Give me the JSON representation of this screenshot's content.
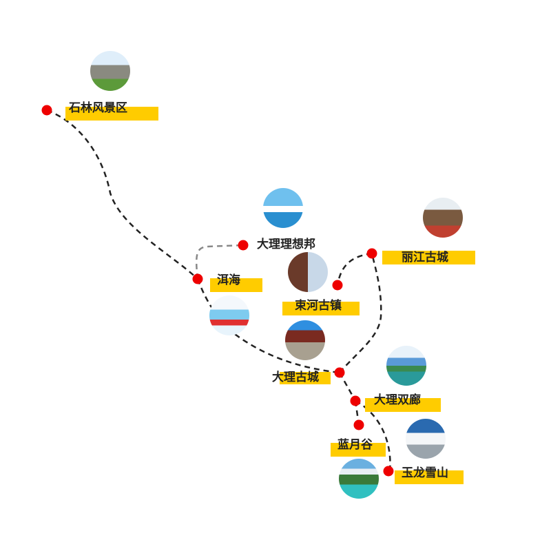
{
  "title": "云南旅游路线",
  "colors": {
    "dot": "#ee0000",
    "label_bar": "#ffcc00",
    "route": "#222222",
    "side_route": "#888888"
  },
  "spots": [
    {
      "id": "shilin",
      "name": "石林风景区",
      "photo": "stone-forest-photo"
    },
    {
      "id": "erhai",
      "name": "洱海",
      "photo": "erhai-lake-photo"
    },
    {
      "id": "lixiangbang",
      "name": "大理理想邦",
      "photo": "lixiangbang-photo"
    },
    {
      "id": "lijiang",
      "name": "丽江古城",
      "photo": "lijiang-old-town-photo"
    },
    {
      "id": "shuhe",
      "name": "束河古镇",
      "photo": "shuhe-town-photo"
    },
    {
      "id": "dali",
      "name": "大理古城",
      "photo": "dali-gate-photo"
    },
    {
      "id": "shuanglang",
      "name": "大理双廊",
      "photo": "shuanglang-photo"
    },
    {
      "id": "lanyuegu",
      "name": "蓝月谷",
      "photo": "blue-moon-valley-photo"
    },
    {
      "id": "yulong",
      "name": "玉龙雪山",
      "photo": "jade-dragon-snow-mountain-photo"
    }
  ]
}
